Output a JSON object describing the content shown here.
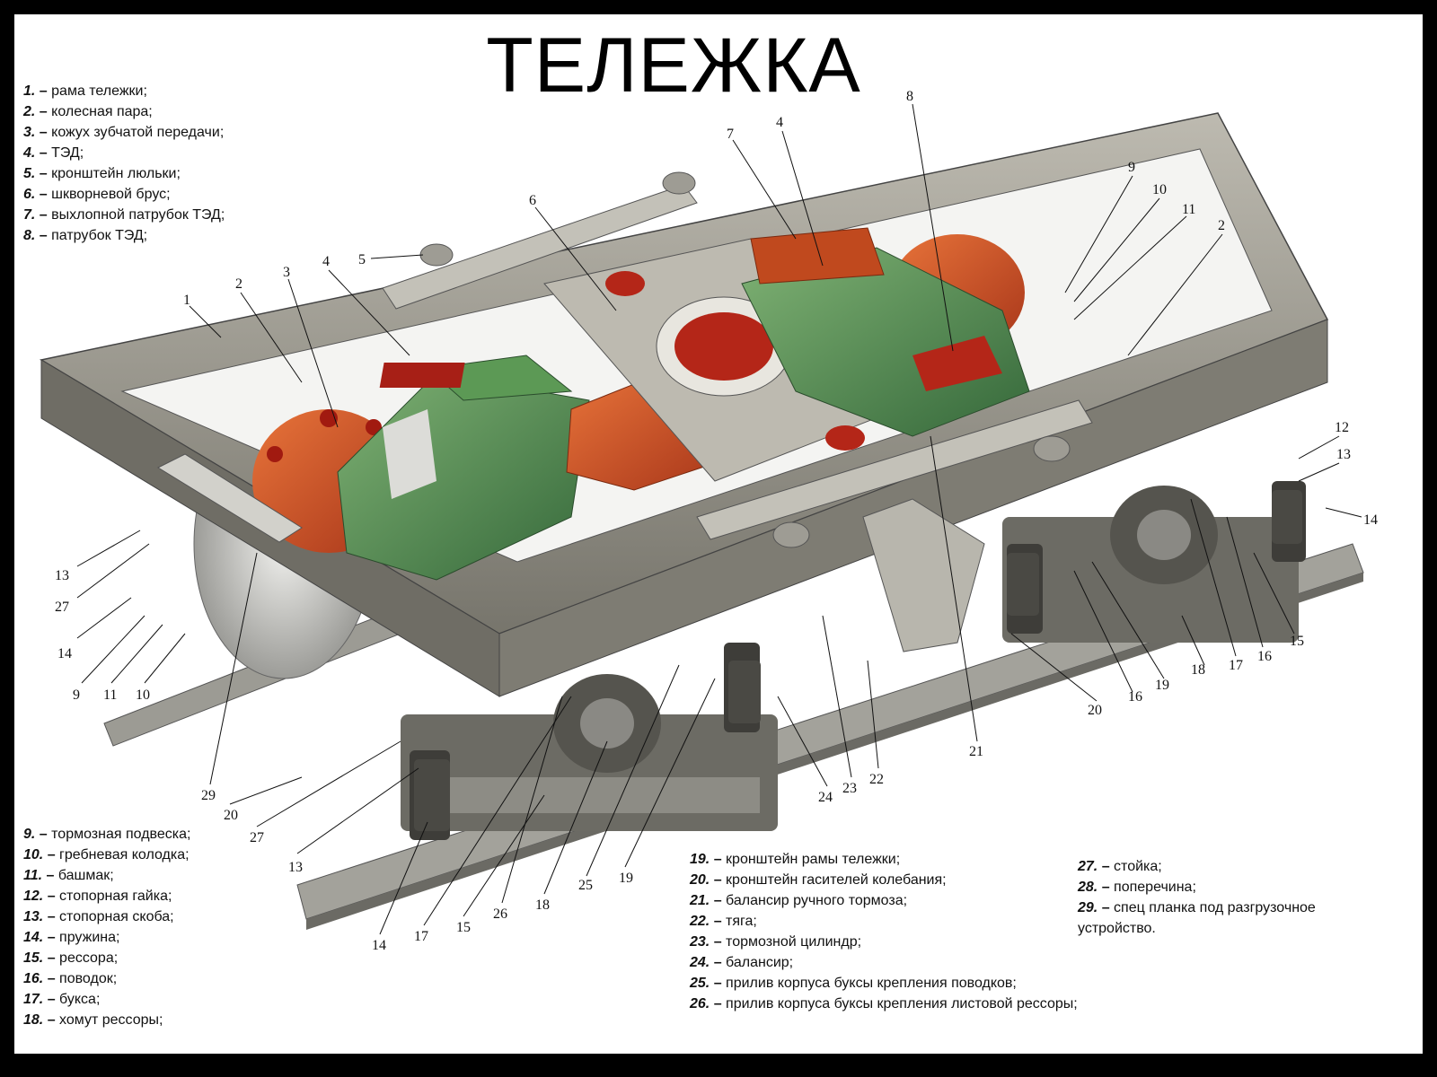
{
  "title": "ТЕЛЕЖКА",
  "legend_top": [
    {
      "num": "1.",
      "text": "рама тележки;"
    },
    {
      "num": "2.",
      "text": "колесная пара;"
    },
    {
      "num": "3.",
      "text": "кожух зубчатой передачи;"
    },
    {
      "num": "4.",
      "text": "ТЭД;"
    },
    {
      "num": "5.",
      "text": "кронштейн люльки;"
    },
    {
      "num": "6.",
      "text": "шкворневой брус;"
    },
    {
      "num": "7.",
      "text": "выхлопной патрубок ТЭД;"
    },
    {
      "num": "8.",
      "text": "патрубок ТЭД;"
    }
  ],
  "legend_bottom_left": [
    {
      "num": "9.",
      "text": "тормозная подвеска;"
    },
    {
      "num": "10.",
      "text": " гребневая колодка;"
    },
    {
      "num": "11.",
      "text": "башмак;"
    },
    {
      "num": "12.",
      "text": "стопорная гайка;"
    },
    {
      "num": "13.",
      "text": "стопорная скоба;"
    },
    {
      "num": "14.",
      "text": "пружина;"
    },
    {
      "num": "15.",
      "text": "рессора;"
    },
    {
      "num": "16.",
      "text": "поводок;"
    },
    {
      "num": "17.",
      "text": "букса;"
    },
    {
      "num": "18.",
      "text": "хомут рессоры;"
    }
  ],
  "legend_bottom_mid": [
    {
      "num": "19.",
      "text": "кронштейн рамы тележки;"
    },
    {
      "num": "20.",
      "text": "кронштейн гасителей колебания;"
    },
    {
      "num": "21.",
      "text": "балансир ручного тормоза;"
    },
    {
      "num": "22.",
      "text": "тяга;"
    },
    {
      "num": "23.",
      "text": "тормозной цилиндр;"
    },
    {
      "num": "24.",
      "text": "балансир;"
    },
    {
      "num": "25.",
      "text": "прилив корпуса буксы крепления поводков;"
    },
    {
      "num": "26.",
      "text": "прилив корпуса буксы крепления листовой рессоры;"
    }
  ],
  "legend_bottom_right": [
    {
      "num": "27.",
      "text": "стойка;"
    },
    {
      "num": "28.",
      "text": "поперечина;"
    },
    {
      "num": "29.",
      "text": "спец планка под разгрузочное устройство."
    }
  ],
  "callouts": {
    "c1": "1",
    "c2a": "2",
    "c2b": "2",
    "c3": "3",
    "c4a": "4",
    "c4b": "4",
    "c5": "5",
    "c6": "6",
    "c7": "7",
    "c8": "8",
    "c9a": "9",
    "c9b": "9",
    "c10a": "10",
    "c10b": "10",
    "c11a": "11",
    "c11b": "11",
    "c12": "12",
    "c13a": "13",
    "c13b": "13",
    "c13c": "13",
    "c14a": "14",
    "c14b": "14",
    "c14c": "14",
    "c15a": "15",
    "c15b": "15",
    "c16a": "16",
    "c16b": "16",
    "c17a": "17",
    "c17b": "17",
    "c18a": "18",
    "c18b": "18",
    "c19a": "19",
    "c19b": "19",
    "c20a": "20",
    "c20b": "20",
    "c21": "21",
    "c22": "22",
    "c23": "23",
    "c24": "24",
    "c25": "25",
    "c26": "26",
    "c27a": "27",
    "c27b": "27",
    "c29": "29"
  },
  "colors": {
    "frame": "#8f8c80",
    "frame_light": "#c9c7bd",
    "motor_green": "#4f8a49",
    "gear_orange": "#c8491e",
    "vent_red": "#b8281c",
    "wheel": "#d6d6d3",
    "rail": "#8e8d86"
  }
}
